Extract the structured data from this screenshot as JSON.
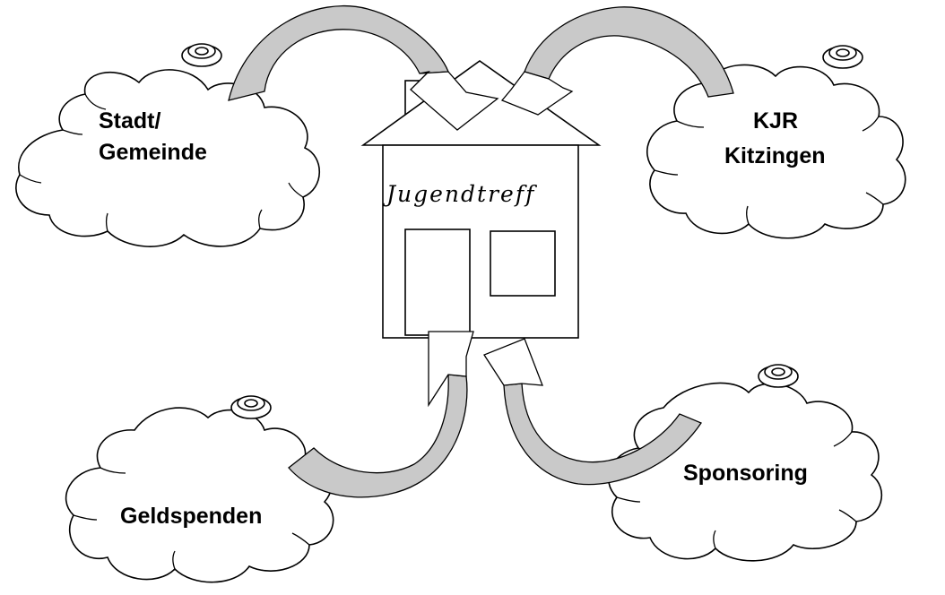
{
  "house": {
    "label": "Jugendtreff"
  },
  "sources": [
    {
      "id": "stadt",
      "lines": [
        "Stadt/",
        "Gemeinde"
      ]
    },
    {
      "id": "kjr",
      "lines": [
        "KJR",
        "Kitzingen"
      ]
    },
    {
      "id": "geld",
      "lines": [
        "Geldspenden"
      ]
    },
    {
      "id": "sponsor",
      "lines": [
        "Sponsoring"
      ]
    }
  ]
}
